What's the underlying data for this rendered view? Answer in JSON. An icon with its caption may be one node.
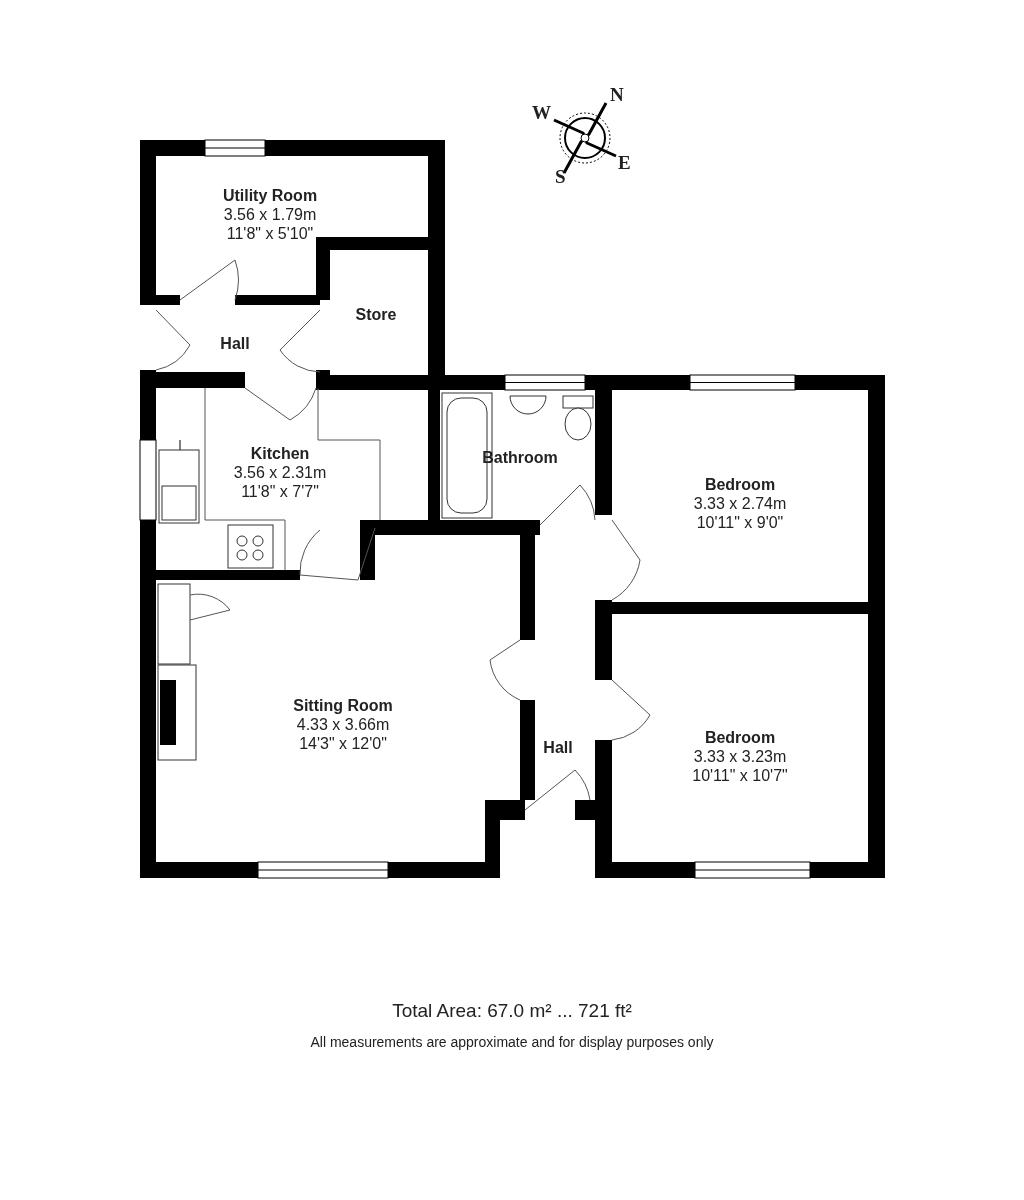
{
  "diagram": {
    "nodes": [
      {
        "text": [
          "Utility Room",
          "3.56 x 1.79m",
          "11'8\" x 5'10\""
        ]
      },
      {
        "text": [
          "Store"
        ]
      },
      {
        "text": [
          "Hall"
        ]
      },
      {
        "text": [
          "Kitchen",
          "3.56 x 2.31m",
          "11'8\" x 7'7\""
        ]
      },
      {
        "text": [
          "Bathroom"
        ]
      },
      {
        "text": [
          "Bedroom",
          "3.33 x 2.74m",
          "10'11\" x 9'0\""
        ]
      },
      {
        "text": [
          "Sitting Room",
          "4.33 x 3.66m",
          "14'3\" x 12'0\""
        ]
      },
      {
        "text": [
          "Bedroom",
          "3.33 x 3.23m",
          "10'11\" x 10'7\""
        ]
      },
      {
        "text": [
          "Hall"
        ]
      }
    ],
    "edges": [],
    "labels": [
      "N",
      "W",
      "E",
      "S",
      "Total Area: 67.0 m² ... 721 ft²",
      "All measurements are approximate and for display purposes only"
    ]
  }
}
